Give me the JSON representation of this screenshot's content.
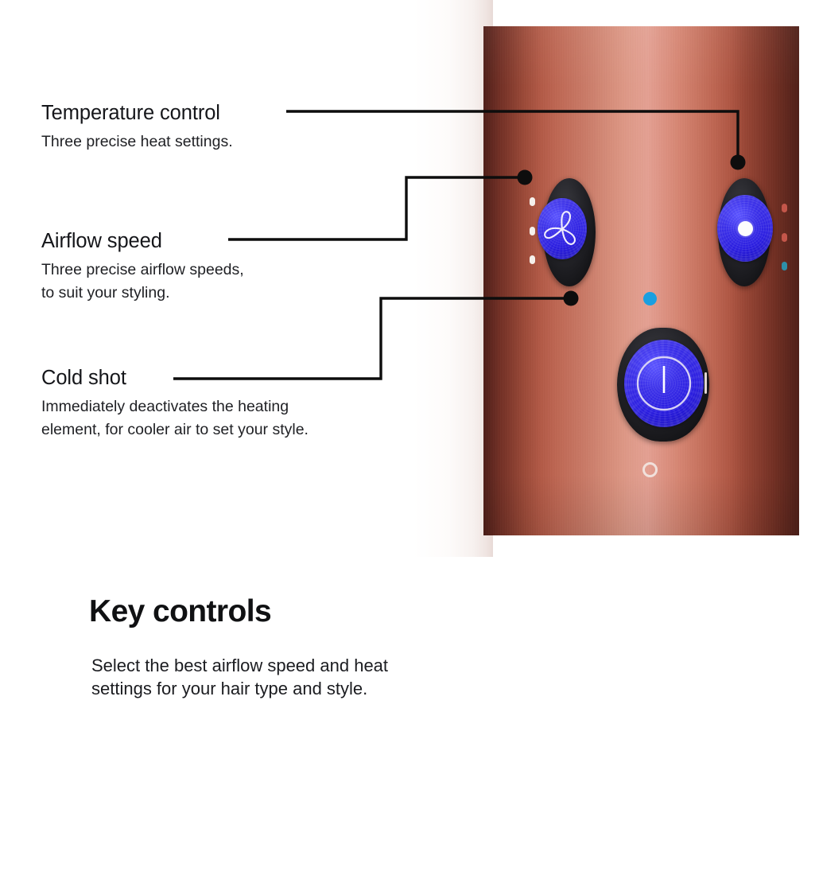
{
  "callouts": [
    {
      "id": "temperature-control",
      "title": "Temperature control",
      "body": "Three precise heat settings."
    },
    {
      "id": "airflow-speed",
      "title": "Airflow speed",
      "body": "Three precise airflow speeds,\nto suit your styling."
    },
    {
      "id": "cold-shot",
      "title": "Cold shot",
      "body": "Immediately deactivates the heating\nelement, for cooler air to set your style."
    }
  ],
  "bottom_section": {
    "heading": "Key controls",
    "body": "Select the best airflow speed and heat\nsettings for your hair type and style."
  },
  "product_image": {
    "description": "Copper hair dryer barrel with control buttons",
    "barrel_color": "#c87561",
    "barrel_shadow_color": "#6b2a22",
    "buttons": [
      {
        "id": "airflow-speed-button",
        "icon": "fan-icon",
        "disc_color": "#2a1de0",
        "pad_color": "#1a1a1e"
      },
      {
        "id": "temperature-control-button",
        "icon": "dot-indicator-icon",
        "disc_color": "#2a1de0",
        "pad_color": "#1a1a1e"
      },
      {
        "id": "power-button",
        "icon": "power-icon",
        "disc_color": "#2a1de0",
        "pad_color": "#1a1a1e"
      }
    ],
    "airflow_indicator_dots": [
      "#f5f0ec",
      "#f5f0ec",
      "#f5f0ec"
    ],
    "heat_indicator_dots": [
      "#c4564a",
      "#c4564a",
      "#2e8fa8"
    ],
    "power_markers": {
      "standby_dot_color": "#1a9fe0",
      "on_marker": "I",
      "off_marker": "O"
    }
  },
  "leader_lines": {
    "stroke_color": "#0d0d0d",
    "dot_color": "#0d0d0d"
  }
}
